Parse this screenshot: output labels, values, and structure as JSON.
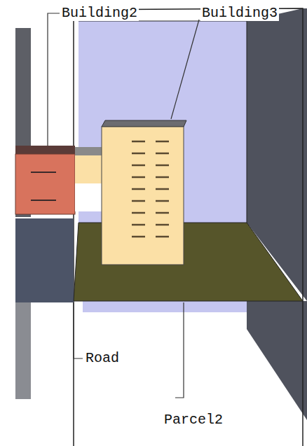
{
  "diagram": {
    "labels": [
      "Building2",
      "Building3",
      "Road",
      "Parcel2"
    ]
  }
}
